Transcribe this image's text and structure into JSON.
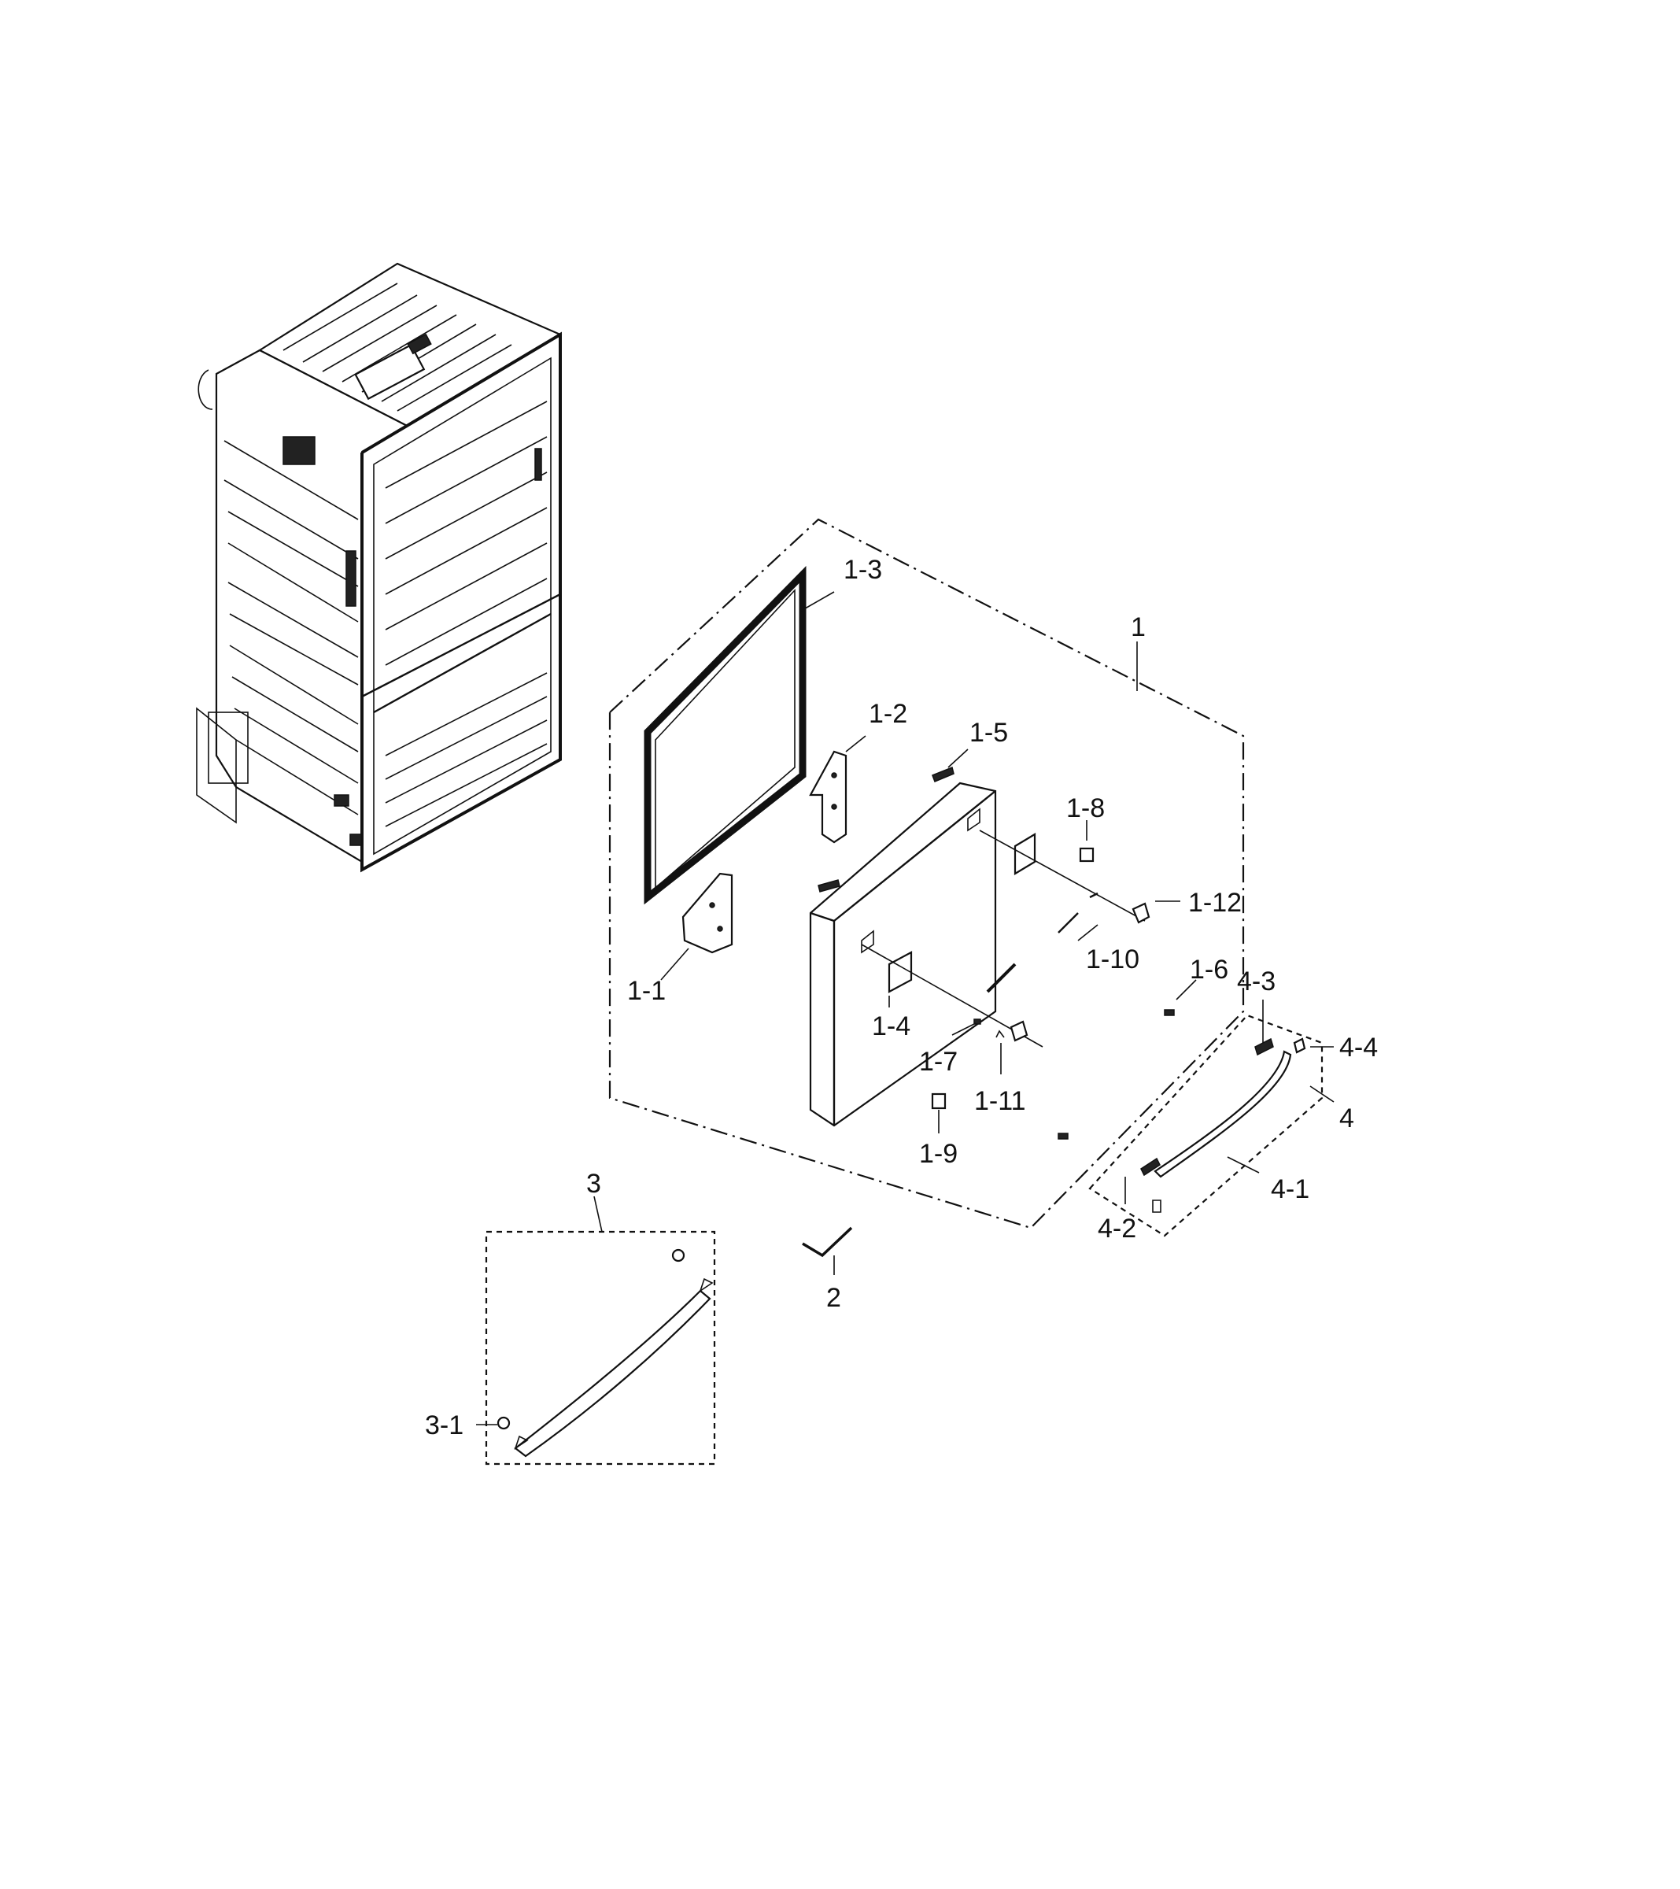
{
  "callouts": {
    "c1": "1",
    "c1_1": "1-1",
    "c1_2": "1-2",
    "c1_3": "1-3",
    "c1_4": "1-4",
    "c1_5": "1-5",
    "c1_6": "1-6",
    "c1_7": "1-7",
    "c1_8": "1-8",
    "c1_9": "1-9",
    "c1_10": "1-10",
    "c1_11": "1-11",
    "c1_12": "1-12",
    "c2": "2",
    "c3": "3",
    "c3_1": "3-1",
    "c4": "4",
    "c4_1": "4-1",
    "c4_2": "4-2",
    "c4_3": "4-3",
    "c4_4": "4-4"
  }
}
